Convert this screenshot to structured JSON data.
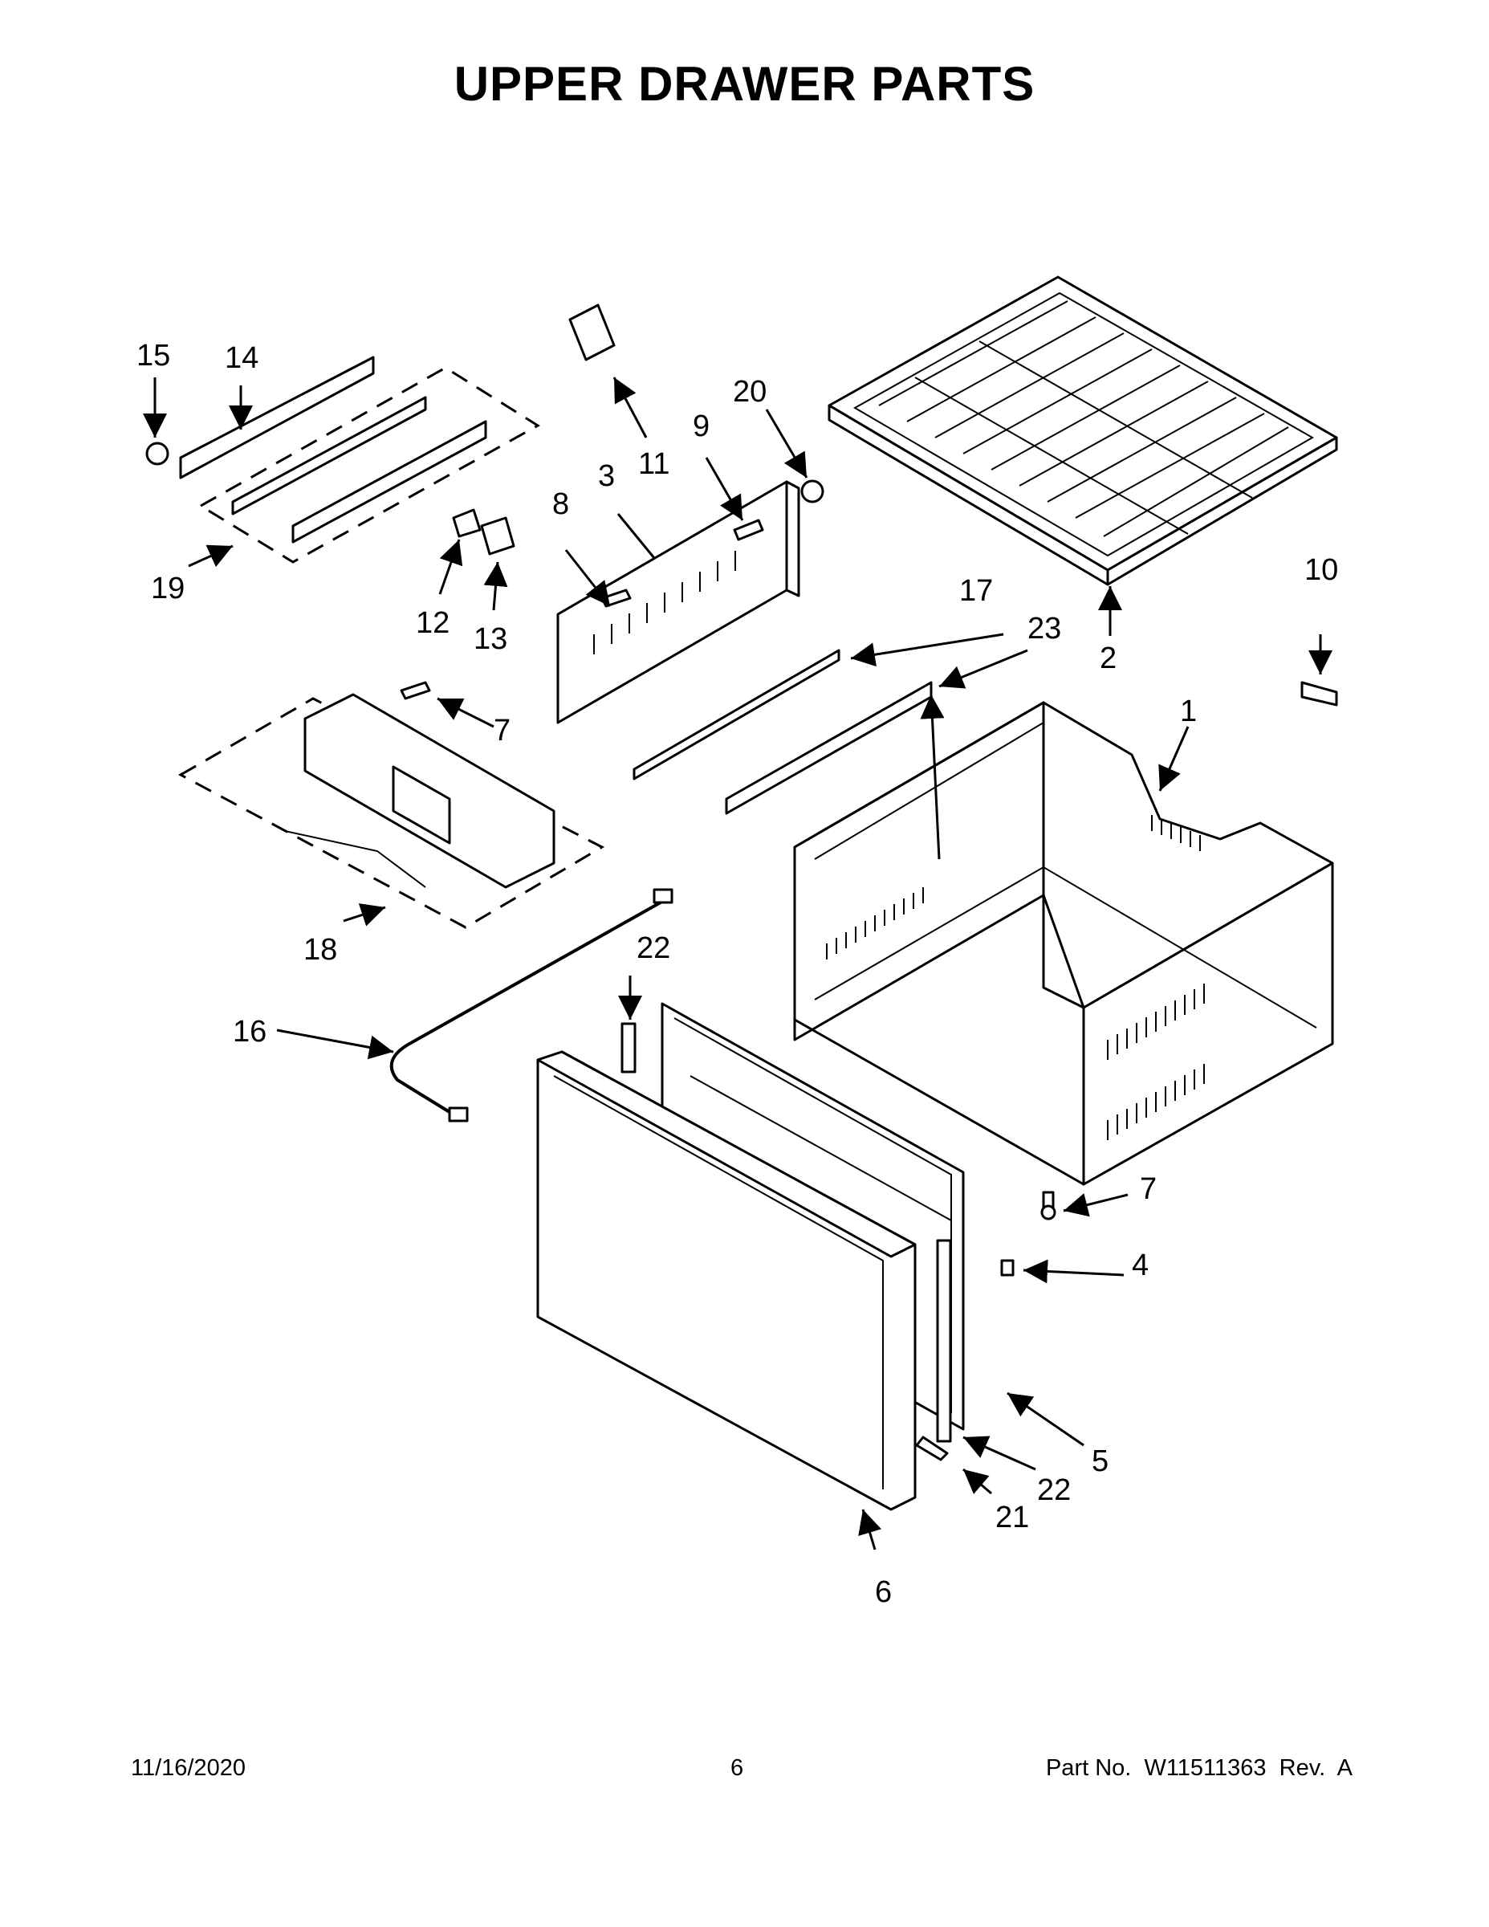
{
  "title": "UPPER DRAWER PARTS",
  "callouts": {
    "c1": "1",
    "c2": "2",
    "c3": "3",
    "c4": "4",
    "c5": "5",
    "c6": "6",
    "c7a": "7",
    "c7b": "7",
    "c8": "8",
    "c9": "9",
    "c10": "10",
    "c11": "11",
    "c12": "12",
    "c13": "13",
    "c14": "14",
    "c15": "15",
    "c16": "16",
    "c17": "17",
    "c18": "18",
    "c19": "19",
    "c20": "20",
    "c21": "21",
    "c22a": "22",
    "c22b": "22",
    "c23": "23"
  },
  "footer": {
    "date": "11/16/2020",
    "page": "6",
    "part": "Part No.  W11511363  Rev.  A"
  }
}
